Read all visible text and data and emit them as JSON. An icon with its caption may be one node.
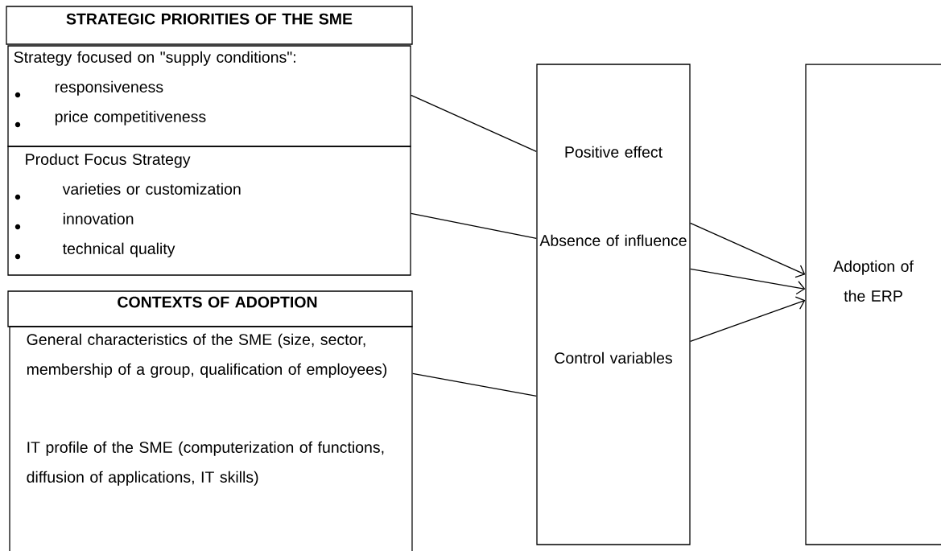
{
  "diagram": {
    "nodes": [
      {
        "text": [
          "STRATEGIC PRIORITIES OF THE SME"
        ]
      },
      {
        "text": [
          "Strategy focused on \"supply conditions\":",
          "responsiveness",
          "price competitiveness"
        ]
      },
      {
        "text": [
          "Product Focus Strategy",
          "varieties or customization",
          "innovation",
          "technical quality"
        ]
      },
      {
        "text": [
          "CONTEXTS OF ADOPTION"
        ]
      },
      {
        "text": [
          "General characteristics of the SME (size, sector, membership of a group, qualification of employees)",
          "IT profile of the SME (computerization of functions, diffusion of applications, IT skills)"
        ]
      },
      {
        "text": [
          "Positive effect",
          "Absence of influence",
          "Control variables"
        ]
      },
      {
        "text": [
          "Adoption of the ERP"
        ]
      }
    ],
    "edges": [
      {
        "from": 1,
        "to": 5,
        "arrow": "none"
      },
      {
        "from": 2,
        "to": 5,
        "arrow": "none"
      },
      {
        "from": 4,
        "to": 5,
        "arrow": "none"
      },
      {
        "from": 5,
        "to": 6,
        "arrow": "to"
      },
      {
        "from": 5,
        "to": 6,
        "arrow": "to"
      },
      {
        "from": 5,
        "to": 6,
        "arrow": "to"
      }
    ]
  }
}
